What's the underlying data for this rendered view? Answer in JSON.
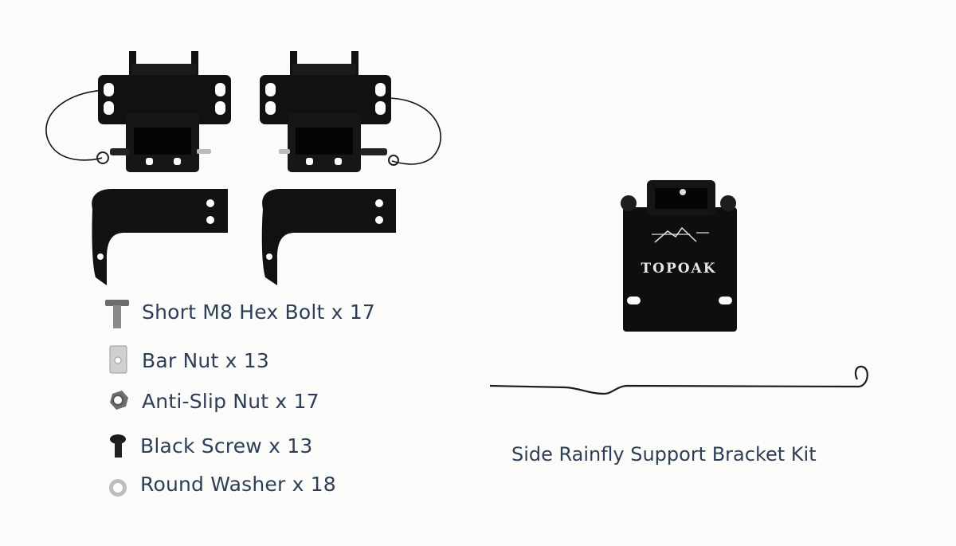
{
  "parts": [
    {
      "icon": "hex-bolt-icon",
      "label": "Short M8 Hex Bolt x 17"
    },
    {
      "icon": "bar-nut-icon",
      "label": "Bar Nut x 13"
    },
    {
      "icon": "anti-slip-nut-icon",
      "label": "Anti-Slip Nut x 17"
    },
    {
      "icon": "black-screw-icon",
      "label": "Black Screw x 13"
    },
    {
      "icon": "round-washer-icon",
      "label": "Round Washer x 18"
    }
  ],
  "caption": "Side Rainfly Support Bracket Kit",
  "brand_logo_text": "TOPOAK",
  "colors": {
    "text": "#2d3e56",
    "metal": "#111111",
    "background": "#fbfbfa"
  }
}
